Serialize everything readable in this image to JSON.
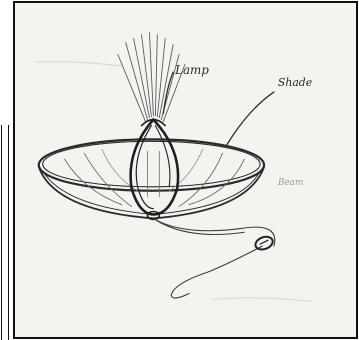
{
  "sketch": {
    "labels": [
      {
        "id": "lamp",
        "text": "Lamp"
      },
      {
        "id": "shade",
        "text": "Shade"
      },
      {
        "id": "faint",
        "text": "Beam"
      }
    ]
  },
  "colors": {
    "paper": "#f4f3f0",
    "ink": "#2a2a2a",
    "faint_ink": "#9a9a98",
    "frame": "#111111"
  }
}
